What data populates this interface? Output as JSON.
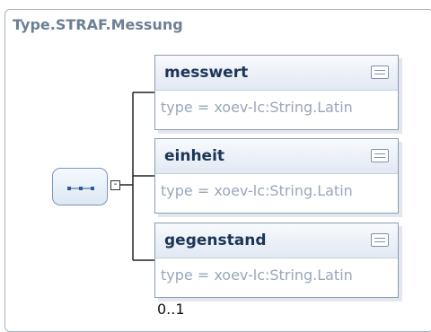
{
  "title": "Type.STRAF.Messung",
  "sequence": {
    "icon": "sequence-icon",
    "collapse_symbol": "-"
  },
  "elements": [
    {
      "name": "messwert",
      "type": "type = xoev-lc:String.Latin",
      "icon": "documentation-icon"
    },
    {
      "name": "einheit",
      "type": "type = xoev-lc:String.Latin",
      "icon": "documentation-icon"
    },
    {
      "name": "gegenstand",
      "type": "type = xoev-lc:String.Latin",
      "icon": "documentation-icon",
      "occurrence": "0..1"
    }
  ],
  "colors": {
    "title": "#6d7f96",
    "element_name": "#1d3557",
    "type_text": "#98a7bb",
    "border": "#8c9bb0"
  }
}
